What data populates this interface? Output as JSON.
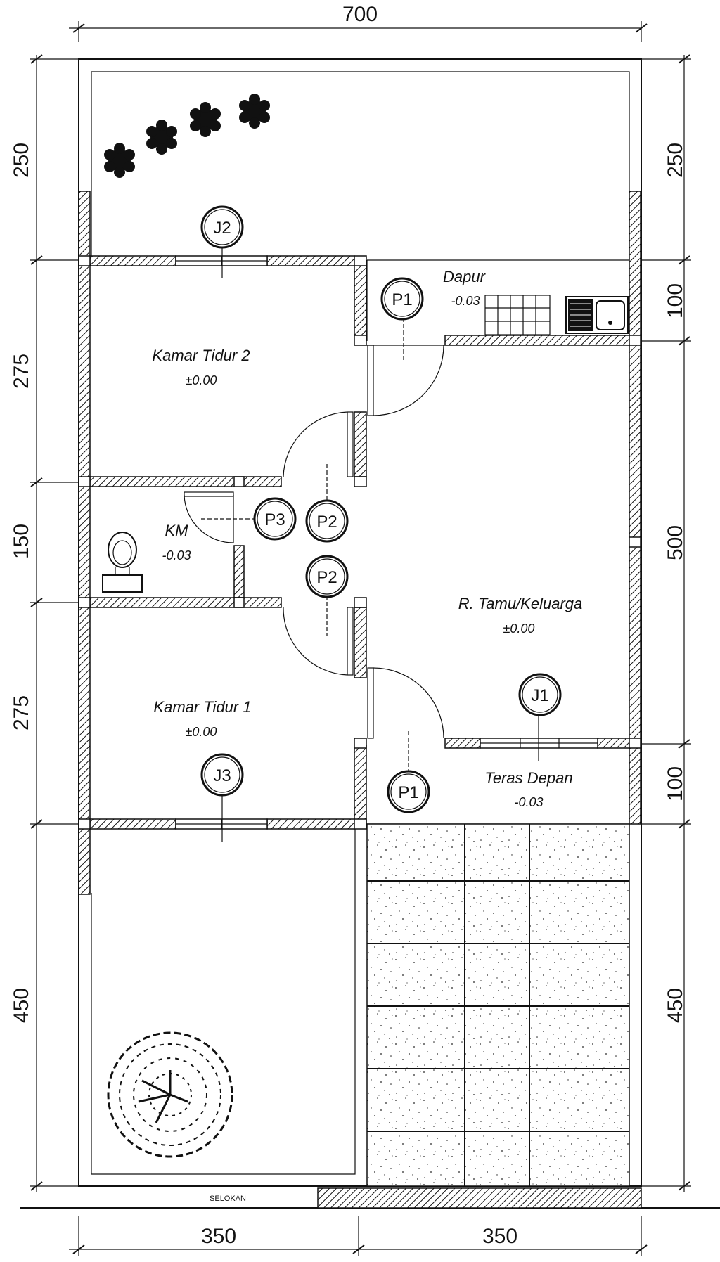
{
  "dimensions": {
    "top": "700",
    "bottom_left": "350",
    "bottom_right": "350",
    "left": [
      "250",
      "275",
      "150",
      "275",
      "450"
    ],
    "right": [
      "250",
      "100",
      "500",
      "100",
      "450"
    ]
  },
  "rooms": {
    "kamar_tidur_2": {
      "name": "Kamar Tidur 2",
      "level": "±0.00"
    },
    "dapur": {
      "name": "Dapur",
      "level": "-0.03"
    },
    "km": {
      "name": "KM",
      "level": "-0.03"
    },
    "ruang_tamu": {
      "name": "R. Tamu/Keluarga",
      "level": "±0.00"
    },
    "kamar_tidur_1": {
      "name": "Kamar Tidur 1",
      "level": "±0.00"
    },
    "teras_depan": {
      "name": "Teras Depan",
      "level": "-0.03"
    }
  },
  "tags": {
    "j1": "J1",
    "j2": "J2",
    "j3": "J3",
    "p1_dapur": "P1",
    "p1_teras": "P1",
    "p2_top": "P2",
    "p2_bottom": "P2",
    "p3": "P3"
  },
  "labels": {
    "selokan": "SELOKAN"
  }
}
